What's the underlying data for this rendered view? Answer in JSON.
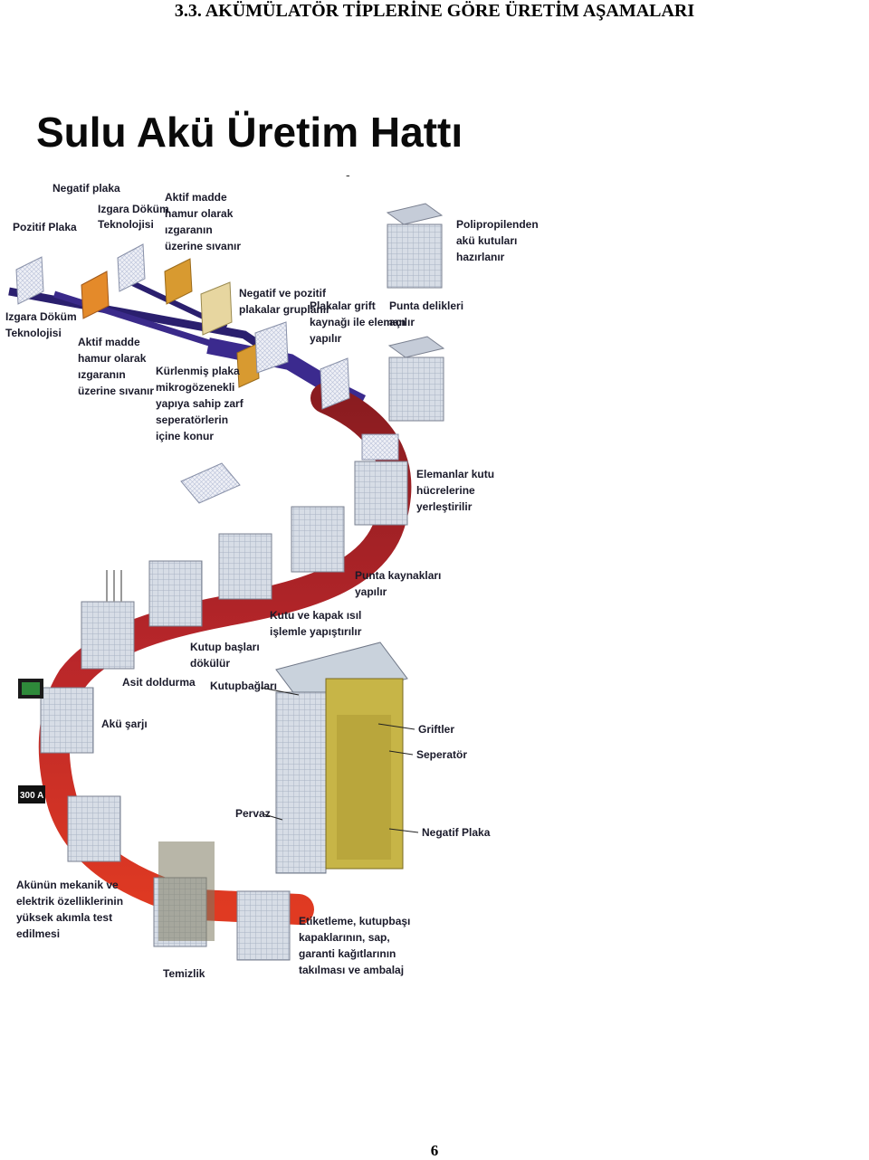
{
  "section_heading": "3.3. AKÜMÜLATÖR TİPLERİNE GÖRE  ÜRETİM AŞAMALARI",
  "diagram": {
    "title": "Sulu Akü Üretim Hattı",
    "labels": {
      "negatif_plaka": "Negatif plaka",
      "izgara_dokum_top": [
        "Izgara Döküm",
        "Teknolojisi"
      ],
      "aktif_madde_top": [
        "Aktif madde",
        "hamur olarak",
        "ızgaranın",
        "üzerine sıvanır"
      ],
      "pozitif_plaka": "Pozitif Plaka",
      "izgara_dokum_left": [
        "Izgara Döküm",
        "Teknolojisi"
      ],
      "aktif_madde_left": [
        "Aktif madde",
        "hamur olarak",
        "ızgaranın",
        "üzerine sıvanır"
      ],
      "kurlenmis": [
        "Kürlenmiş plaka",
        "mikrogözenekli",
        "yapıya sahip zarf",
        "seperatörlerin",
        "içine konur"
      ],
      "negatif_pozitif": [
        "Negatif ve pozitif",
        "plakalar gruplanır"
      ],
      "plakalar_grift": [
        "Plakalar grift",
        "kaynağı ile eleman",
        "yapılır"
      ],
      "punta_delikleri": [
        "Punta delikleri",
        "açılır"
      ],
      "polipropilen": [
        "Polipropilenden",
        "akü kutuları",
        "hazırlanır"
      ],
      "elemanlar_kutu": [
        "Elemanlar kutu",
        "hücrelerine",
        "yerleştirilir"
      ],
      "punta_kaynaklari": [
        "Punta kaynakları",
        "yapılır"
      ],
      "kutu_kapak": [
        "Kutu ve kapak ısıl",
        "işlemle yapıştırılır"
      ],
      "kutup_baslari": [
        "Kutup başları",
        "dökülür"
      ],
      "asit_doldurma": "Asit doldurma",
      "kutupbaglari": "Kutupbağları",
      "aku_sarji": "Akü şarjı",
      "griftler": "Griftler",
      "seperator": "Seperatör",
      "pervaz": "Pervaz",
      "negatif_plaka_right": "Negatif Plaka",
      "test": [
        "Akünün mekanik ve",
        "elektrik özelliklerinin",
        "yüksek akımla test",
        "edilmesi"
      ],
      "temizlik": "Temizlik",
      "etiketleme": [
        "Etiketleme, kutupbaşı",
        "kapaklarının, sap,",
        "garanti kağıtlarının",
        "takılması ve ambalaj"
      ],
      "ampere_display": "300 A"
    }
  },
  "page_number": "6"
}
